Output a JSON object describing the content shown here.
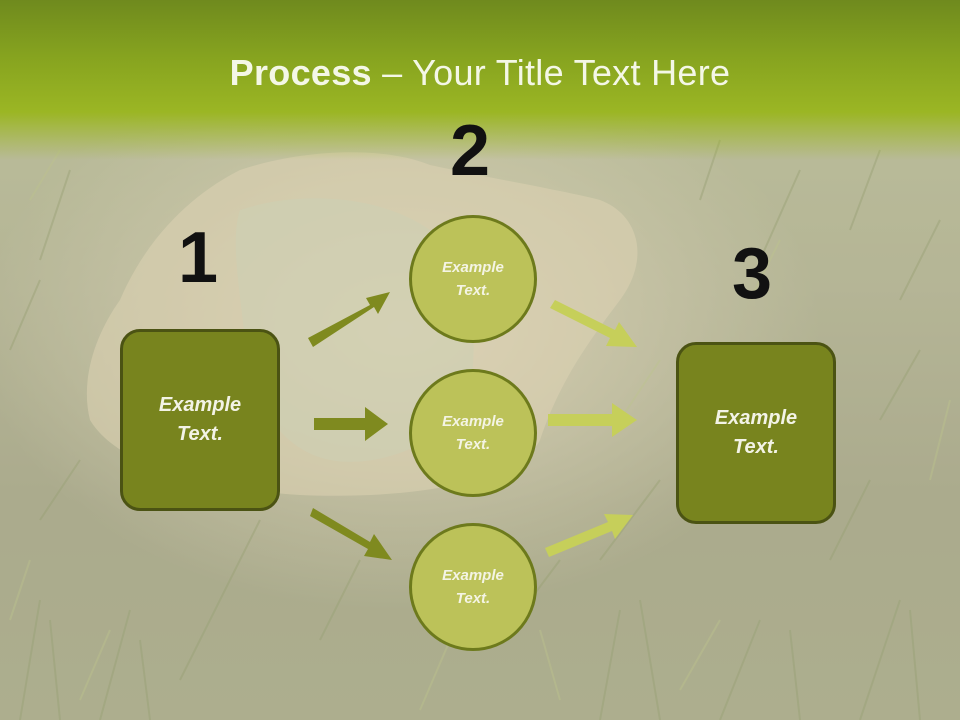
{
  "slide": {
    "title_bold": "Process",
    "title_rest": " – Your Title Text Here"
  },
  "steps": [
    {
      "number": "1",
      "text": "Example\nText."
    },
    {
      "number": "2"
    },
    {
      "number": "3",
      "text": "Example\nText."
    }
  ],
  "circles": [
    {
      "text": "Example\nText."
    },
    {
      "text": "Example\nText."
    },
    {
      "text": "Example\nText."
    }
  ],
  "colors": {
    "header_green": "#86a31f",
    "box_fill": "#78841e",
    "circle_fill": "#bcc259",
    "arrow_dark": "#7f8a1f",
    "arrow_light": "#c6cf5a"
  }
}
